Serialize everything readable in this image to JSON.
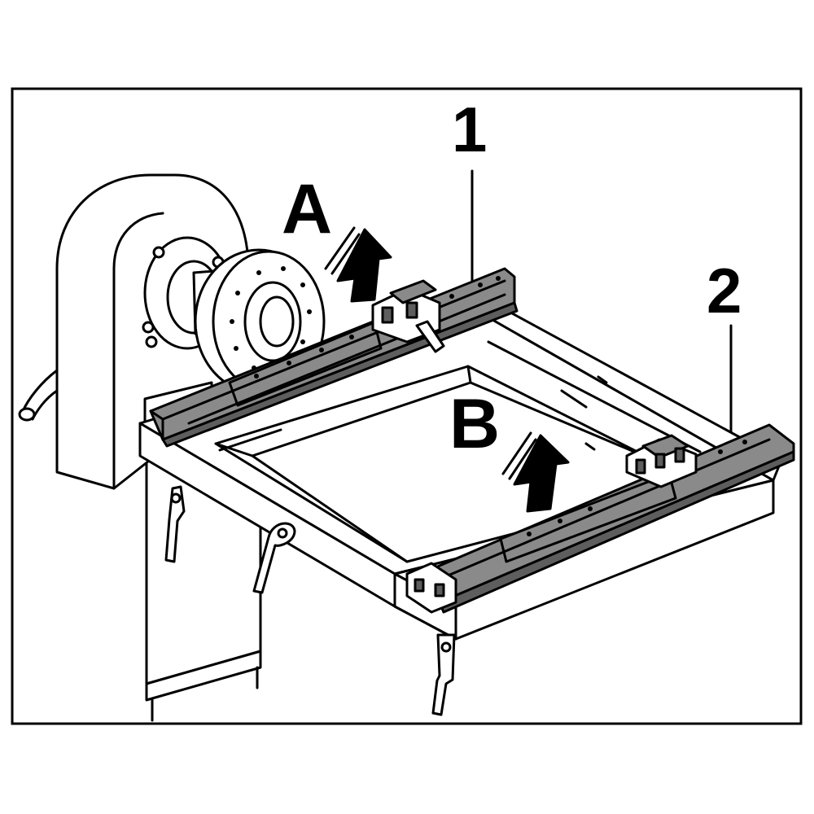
{
  "labels": {
    "a": "A",
    "b": "B",
    "one": "1",
    "two": "2"
  },
  "colors": {
    "rail": "#8a8a8a",
    "rail_dark": "#5e5e5e",
    "line": "#000000",
    "background": "#ffffff"
  }
}
